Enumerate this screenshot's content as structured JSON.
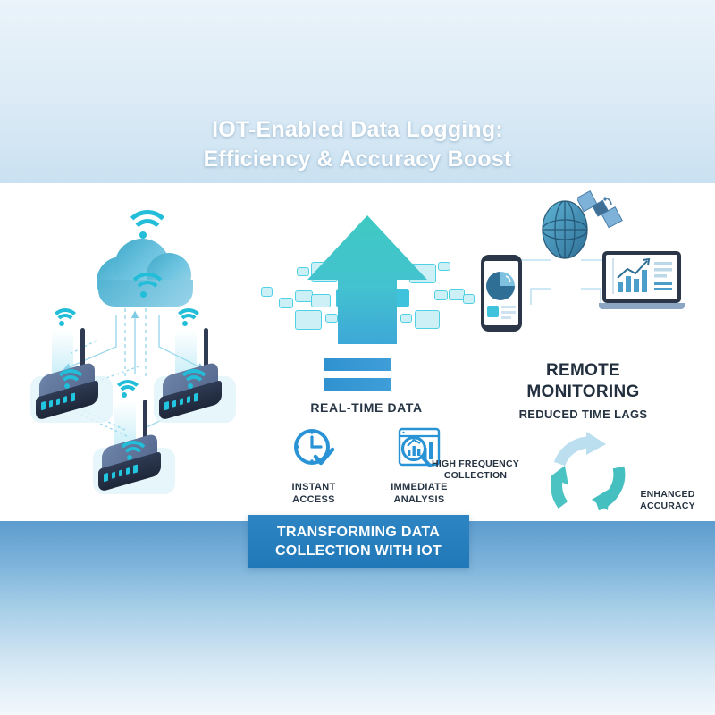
{
  "poster": {
    "title_line1": "IOT-Enabled Data Logging:",
    "title_line2": "Efficiency & Accuracy Boost",
    "banner_line1": "TRANSFORMING DATA",
    "banner_line2": "COLLECTION WITH IOT"
  },
  "left_section": {
    "name": "iot-network-diagram",
    "nodes": [
      "cloud",
      "router-left",
      "router-right",
      "router-bottom"
    ]
  },
  "center_section": {
    "heading": "REAL-TIME DATA",
    "features": [
      {
        "icon": "clock-check-icon",
        "label_line1": "INSTANT ACCESS",
        "label_line2": ""
      },
      {
        "icon": "magnifier-chart-icon",
        "label_line1": "IMMEDIATE",
        "label_line2": "ANALYSIS"
      }
    ]
  },
  "right_section": {
    "title_line1": "REMOTE",
    "title_line2": "MONITORING",
    "subtitle": "REDUCED TIME LAGS",
    "cycle": {
      "left_label_line1": "HIGH FREQUENCY",
      "left_label_line2": "COLLECTION",
      "right_label_line1": "ENHANCED",
      "right_label_line2": "ACCURACY"
    },
    "devices": [
      "smartphone",
      "globe",
      "satellite",
      "laptop"
    ]
  },
  "colors": {
    "background_blue": "#5b9bcd",
    "background_light": "#eaf3fa",
    "panel": "#ffffff",
    "banner_blue": "#2178b8",
    "accent_cyan": "#22bdd8",
    "accent_teal": "#3fc3b8",
    "accent_blue": "#2f92d0",
    "text_dark": "#263341"
  }
}
